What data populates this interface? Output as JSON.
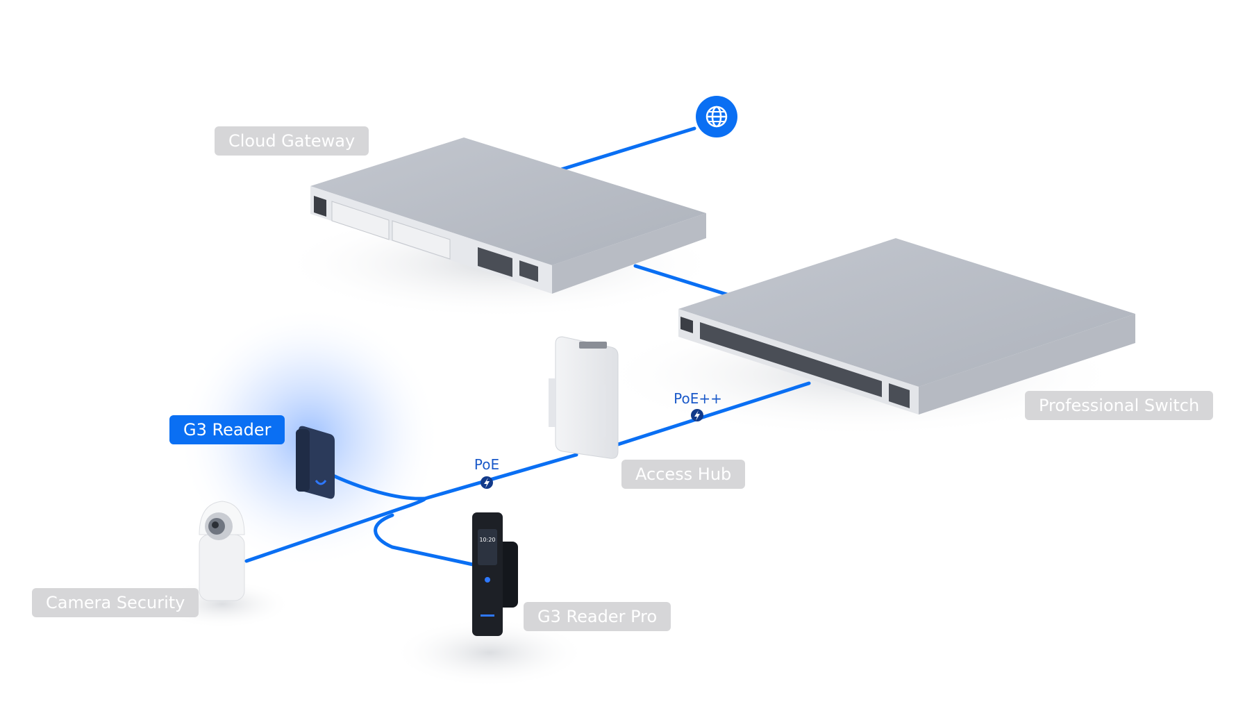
{
  "labels": {
    "cloud_gateway": "Cloud Gateway",
    "professional_switch": "Professional Switch",
    "access_hub": "Access Hub",
    "g3_reader": "G3 Reader",
    "camera_security": "Camera Security",
    "g3_reader_pro": "G3 Reader Pro"
  },
  "connections": {
    "poe_plus_plus": "PoE++",
    "poe": "PoE"
  },
  "reader_pro_screen": {
    "time": "10:20"
  },
  "icons": {
    "internet": "globe-icon",
    "power": "lightning-icon"
  },
  "colors": {
    "link": "#0a6ff3",
    "active_label": "#0a6ff3",
    "inactive_label": "#d6d6d8",
    "device_body": "#c9ccd3"
  }
}
